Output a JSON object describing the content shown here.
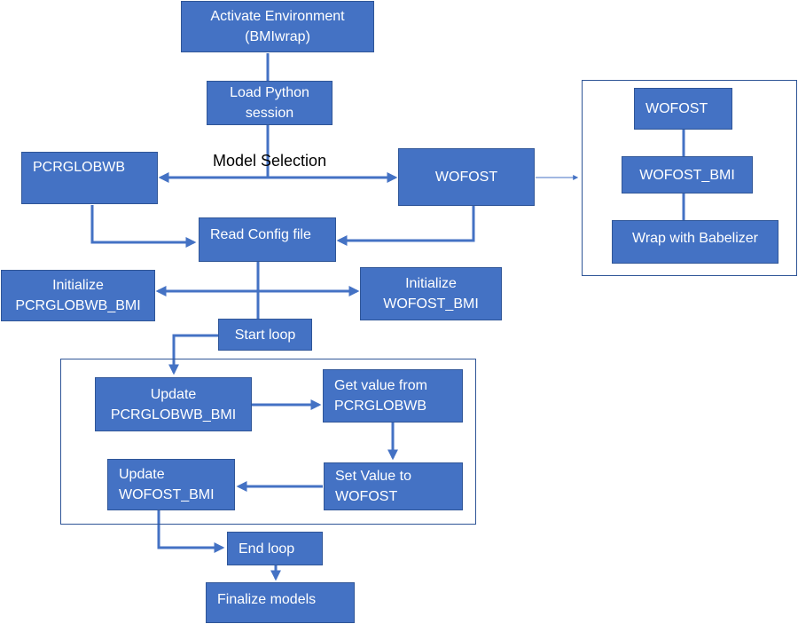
{
  "colors": {
    "box_fill": "#4472c4",
    "box_border": "#2f5597",
    "arrow": "#4472c4",
    "text": "#ffffff"
  },
  "nodes": {
    "activate_environment": "Activate Environment\n(BMIwrap)",
    "load_python_session": "Load Python\nsession",
    "model_selection_label": "Model Selection",
    "pcrglobwb": "PCRGLOBWB",
    "wofost": "WOFOST",
    "read_config_file": "Read Config file",
    "initialize_pcrglobwb_bmi": "Initialize\nPCRGLOBWB_BMI",
    "initialize_wofost_bmi": "Initialize\nWOFOST_BMI",
    "start_loop": "Start loop",
    "update_pcrglobwb_bmi": "Update\nPCRGLOBWB_BMI",
    "get_value_from_pcrglobwb": "Get value from\nPCRGLOBWB",
    "set_value_to_wofost": "Set Value to\nWOFOST",
    "update_wofost_bmi": "Update\nWOFOST_BMI",
    "end_loop": "End loop",
    "finalize_models": "Finalize models"
  },
  "wofost_detail": {
    "wofost": "WOFOST",
    "wofost_bmi": "WOFOST_BMI",
    "wrap_with_babelizer": "Wrap with Babelizer"
  }
}
